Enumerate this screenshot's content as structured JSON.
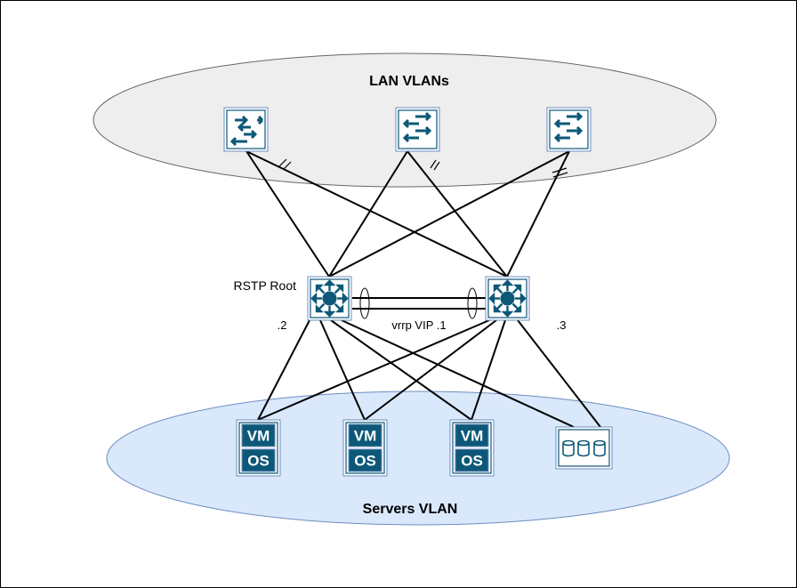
{
  "lan_zone": {
    "label": "LAN VLANs"
  },
  "server_zone": {
    "label": "Servers VLAN"
  },
  "labels": {
    "rstp_root": "RSTP Root",
    "left_ip": ".2",
    "right_ip": ".3",
    "vrrp_vip": "vrrp VIP .1"
  },
  "vm_labels": {
    "vm": "VM",
    "os": "OS"
  },
  "colors": {
    "device_fill": "#0d5878",
    "lan_zone_fill": "#eeeeee",
    "server_zone_fill": "#dae8fc",
    "server_zone_stroke": "#6c8ebf",
    "link": "#000000"
  },
  "icons": {
    "access_switch": "switch-arrows-icon",
    "core_switch": "multilayer-switch-icon",
    "server": "virtual-machine-icon",
    "storage": "storage-disks-icon"
  }
}
